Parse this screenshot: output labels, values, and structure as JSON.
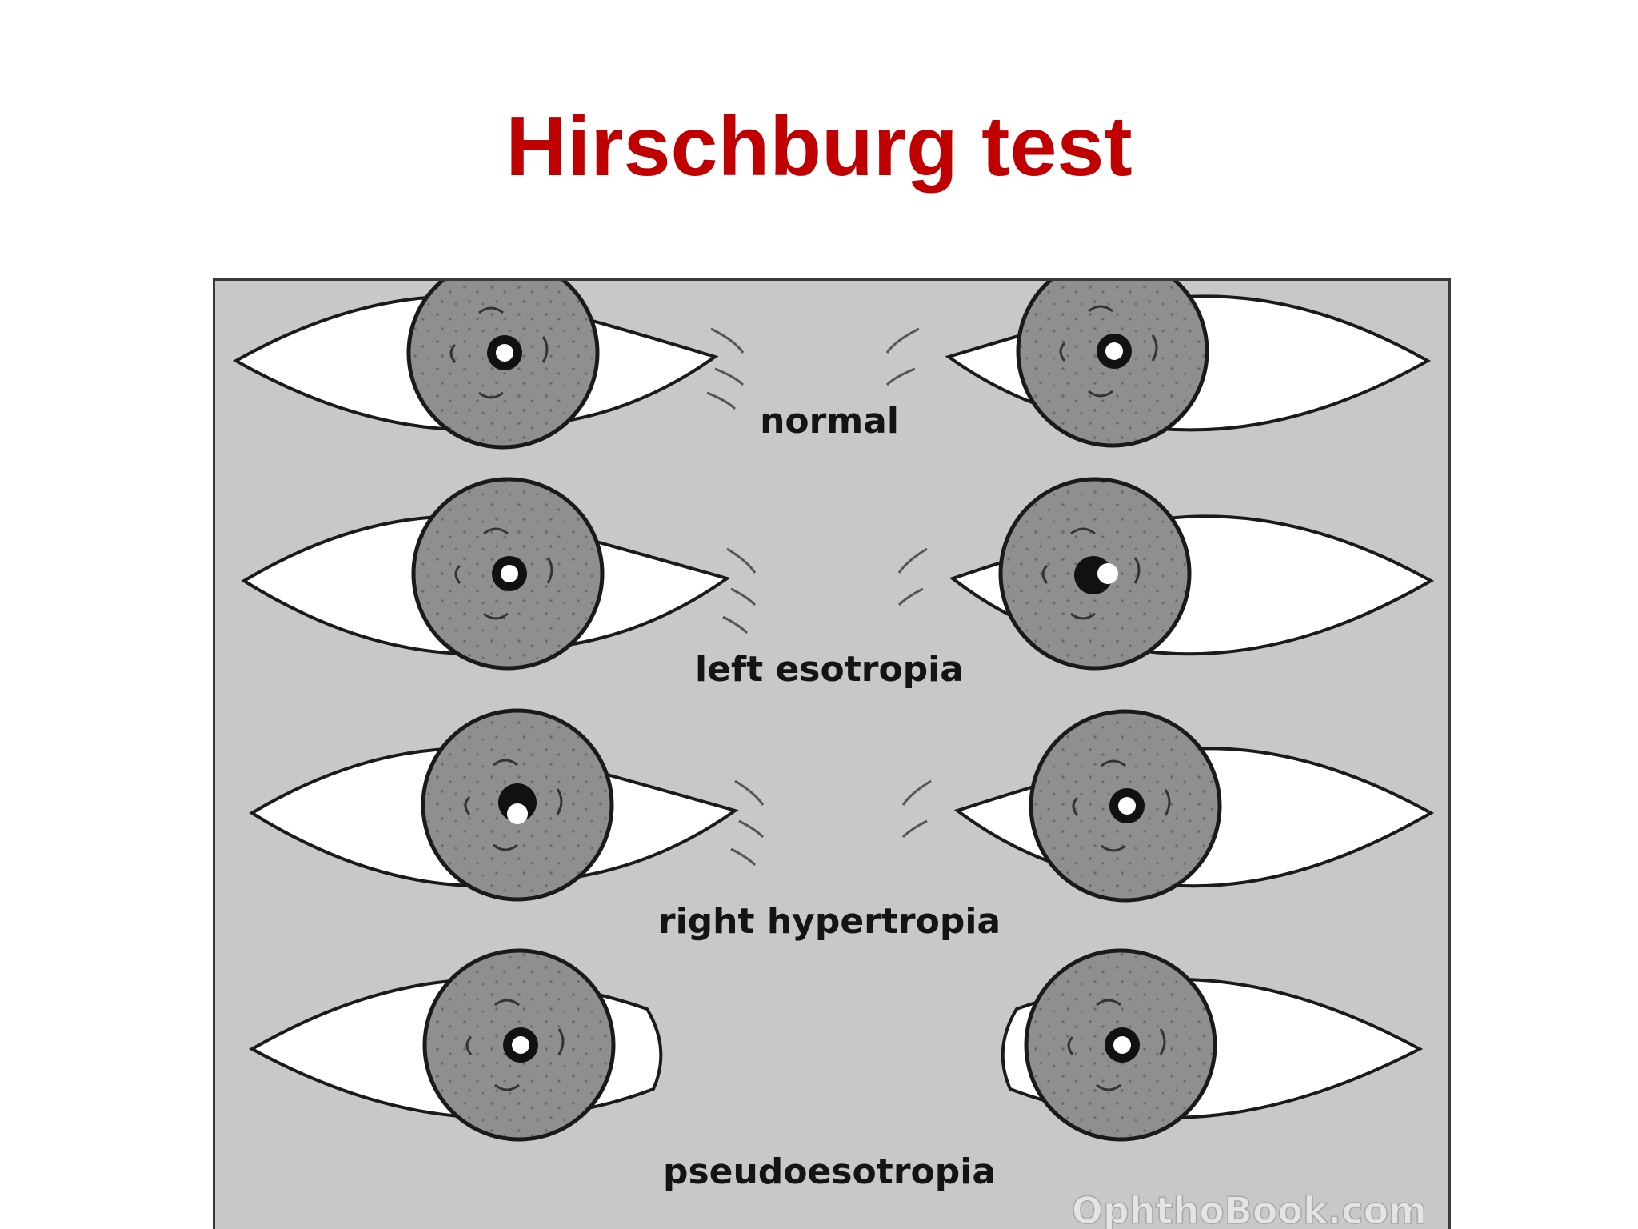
{
  "slide": {
    "title": "Hirschburg test",
    "title_color": "#c00000"
  },
  "figure": {
    "background_color": "#c8c8ca",
    "rows": [
      {
        "label": "normal"
      },
      {
        "label": "left esotropia"
      },
      {
        "label": "right hypertropia"
      },
      {
        "label": "pseudoesotropia"
      }
    ],
    "watermark": "OphthoBook.com"
  }
}
